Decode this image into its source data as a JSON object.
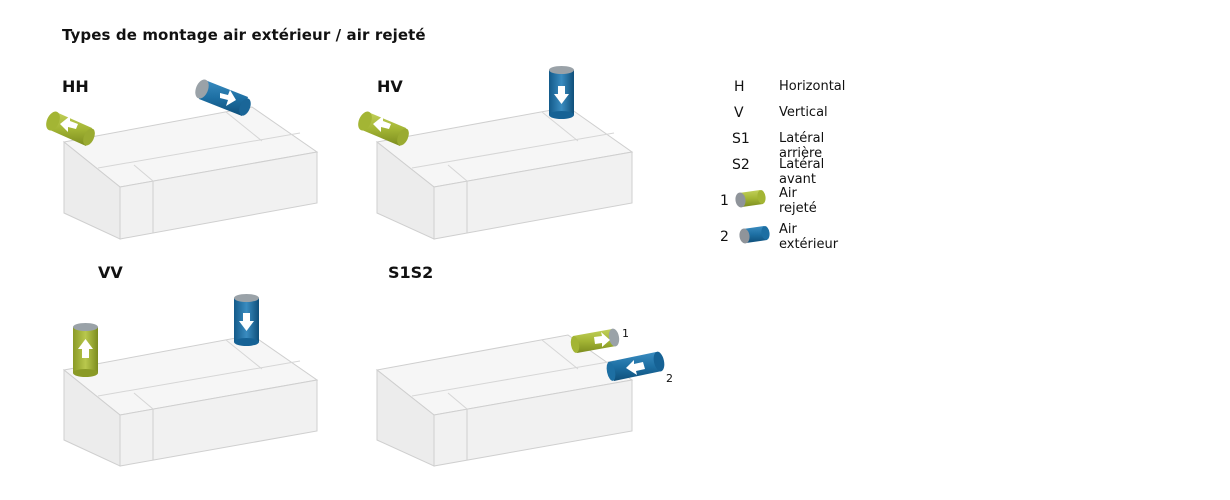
{
  "title": "Types de montage air extérieur / air rejeté",
  "diagrams": [
    {
      "id": "hh",
      "label": "HH"
    },
    {
      "id": "hv",
      "label": "HV"
    },
    {
      "id": "vv",
      "label": "VV"
    },
    {
      "id": "s1s2",
      "label": "S1S2",
      "marker_1": "1",
      "marker_2": "2"
    }
  ],
  "legend": {
    "items": [
      {
        "code": "H",
        "desc": "Horizontal"
      },
      {
        "code": "V",
        "desc": "Vertical"
      },
      {
        "code": "S1",
        "desc": "Latéral arrière"
      },
      {
        "code": "S2",
        "desc": "Latéral avant"
      },
      {
        "code": "1",
        "desc": "Air rejeté",
        "icon": "green-duct-icon"
      },
      {
        "code": "2",
        "desc": "Air extérieur",
        "icon": "blue-duct-icon"
      }
    ]
  },
  "colors": {
    "exhaust_green": "#a3b534",
    "outdoor_blue": "#1d6fa3",
    "unit_face": "#f3f3f3",
    "unit_edge": "#c8c8c8"
  }
}
